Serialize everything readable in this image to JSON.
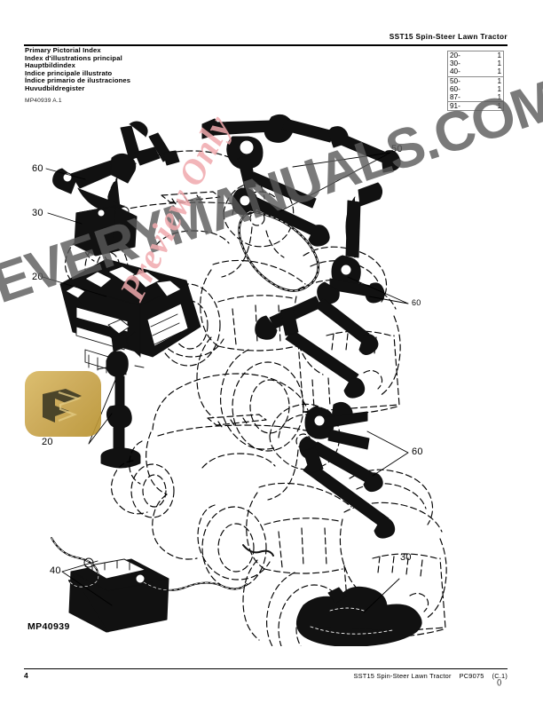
{
  "header": {
    "title": "SST15 Spin-Steer Lawn Tractor",
    "index_lines": [
      "Primary Pictorial Index",
      "Index d'illustrations principal",
      "Hauptbildindex",
      "Indice principale illustrato",
      "Índice primario de ilustraciones",
      "Huvudbildregister"
    ],
    "figure_ref": "MP40939 A.1",
    "table": {
      "rows": [
        {
          "group": "20-",
          "page": "1",
          "sep": false
        },
        {
          "group": "30-",
          "page": "1",
          "sep": false
        },
        {
          "group": "40-",
          "page": "1",
          "sep": true
        },
        {
          "group": "50-",
          "page": "1",
          "sep": false
        },
        {
          "group": "60-",
          "page": "1",
          "sep": false
        },
        {
          "group": "87-",
          "page": "1",
          "sep": true
        },
        {
          "group": "91-",
          "page": "1",
          "sep": false
        }
      ]
    }
  },
  "figure": {
    "label": "MP40939",
    "callouts": [
      {
        "id": "callout-60-upper-left",
        "value": "60"
      },
      {
        "id": "callout-30-upper-left",
        "value": "30"
      },
      {
        "id": "callout-20-left",
        "value": "20"
      },
      {
        "id": "callout-50-upper-right",
        "value": "50"
      },
      {
        "id": "callout-60-mid-right",
        "value": "60"
      },
      {
        "id": "callout-20-lower-left",
        "value": "20"
      },
      {
        "id": "callout-60-lower-right",
        "value": "60"
      },
      {
        "id": "callout-40-lower-left",
        "value": "40"
      },
      {
        "id": "callout-30-lower-right",
        "value": "30"
      }
    ]
  },
  "watermark": {
    "primary": "EVERYMANUALS.COM",
    "secondary": "Preview Only",
    "primary_color": "#5a5a5a",
    "secondary_color": "#f0a9ad",
    "badge_color": "#c9a54e"
  },
  "footer": {
    "page_number": "4",
    "title": "SST15 Spin-Steer Lawn Tractor",
    "catalog": "PC9075",
    "revision": "(C.1)",
    "mark": "()"
  }
}
